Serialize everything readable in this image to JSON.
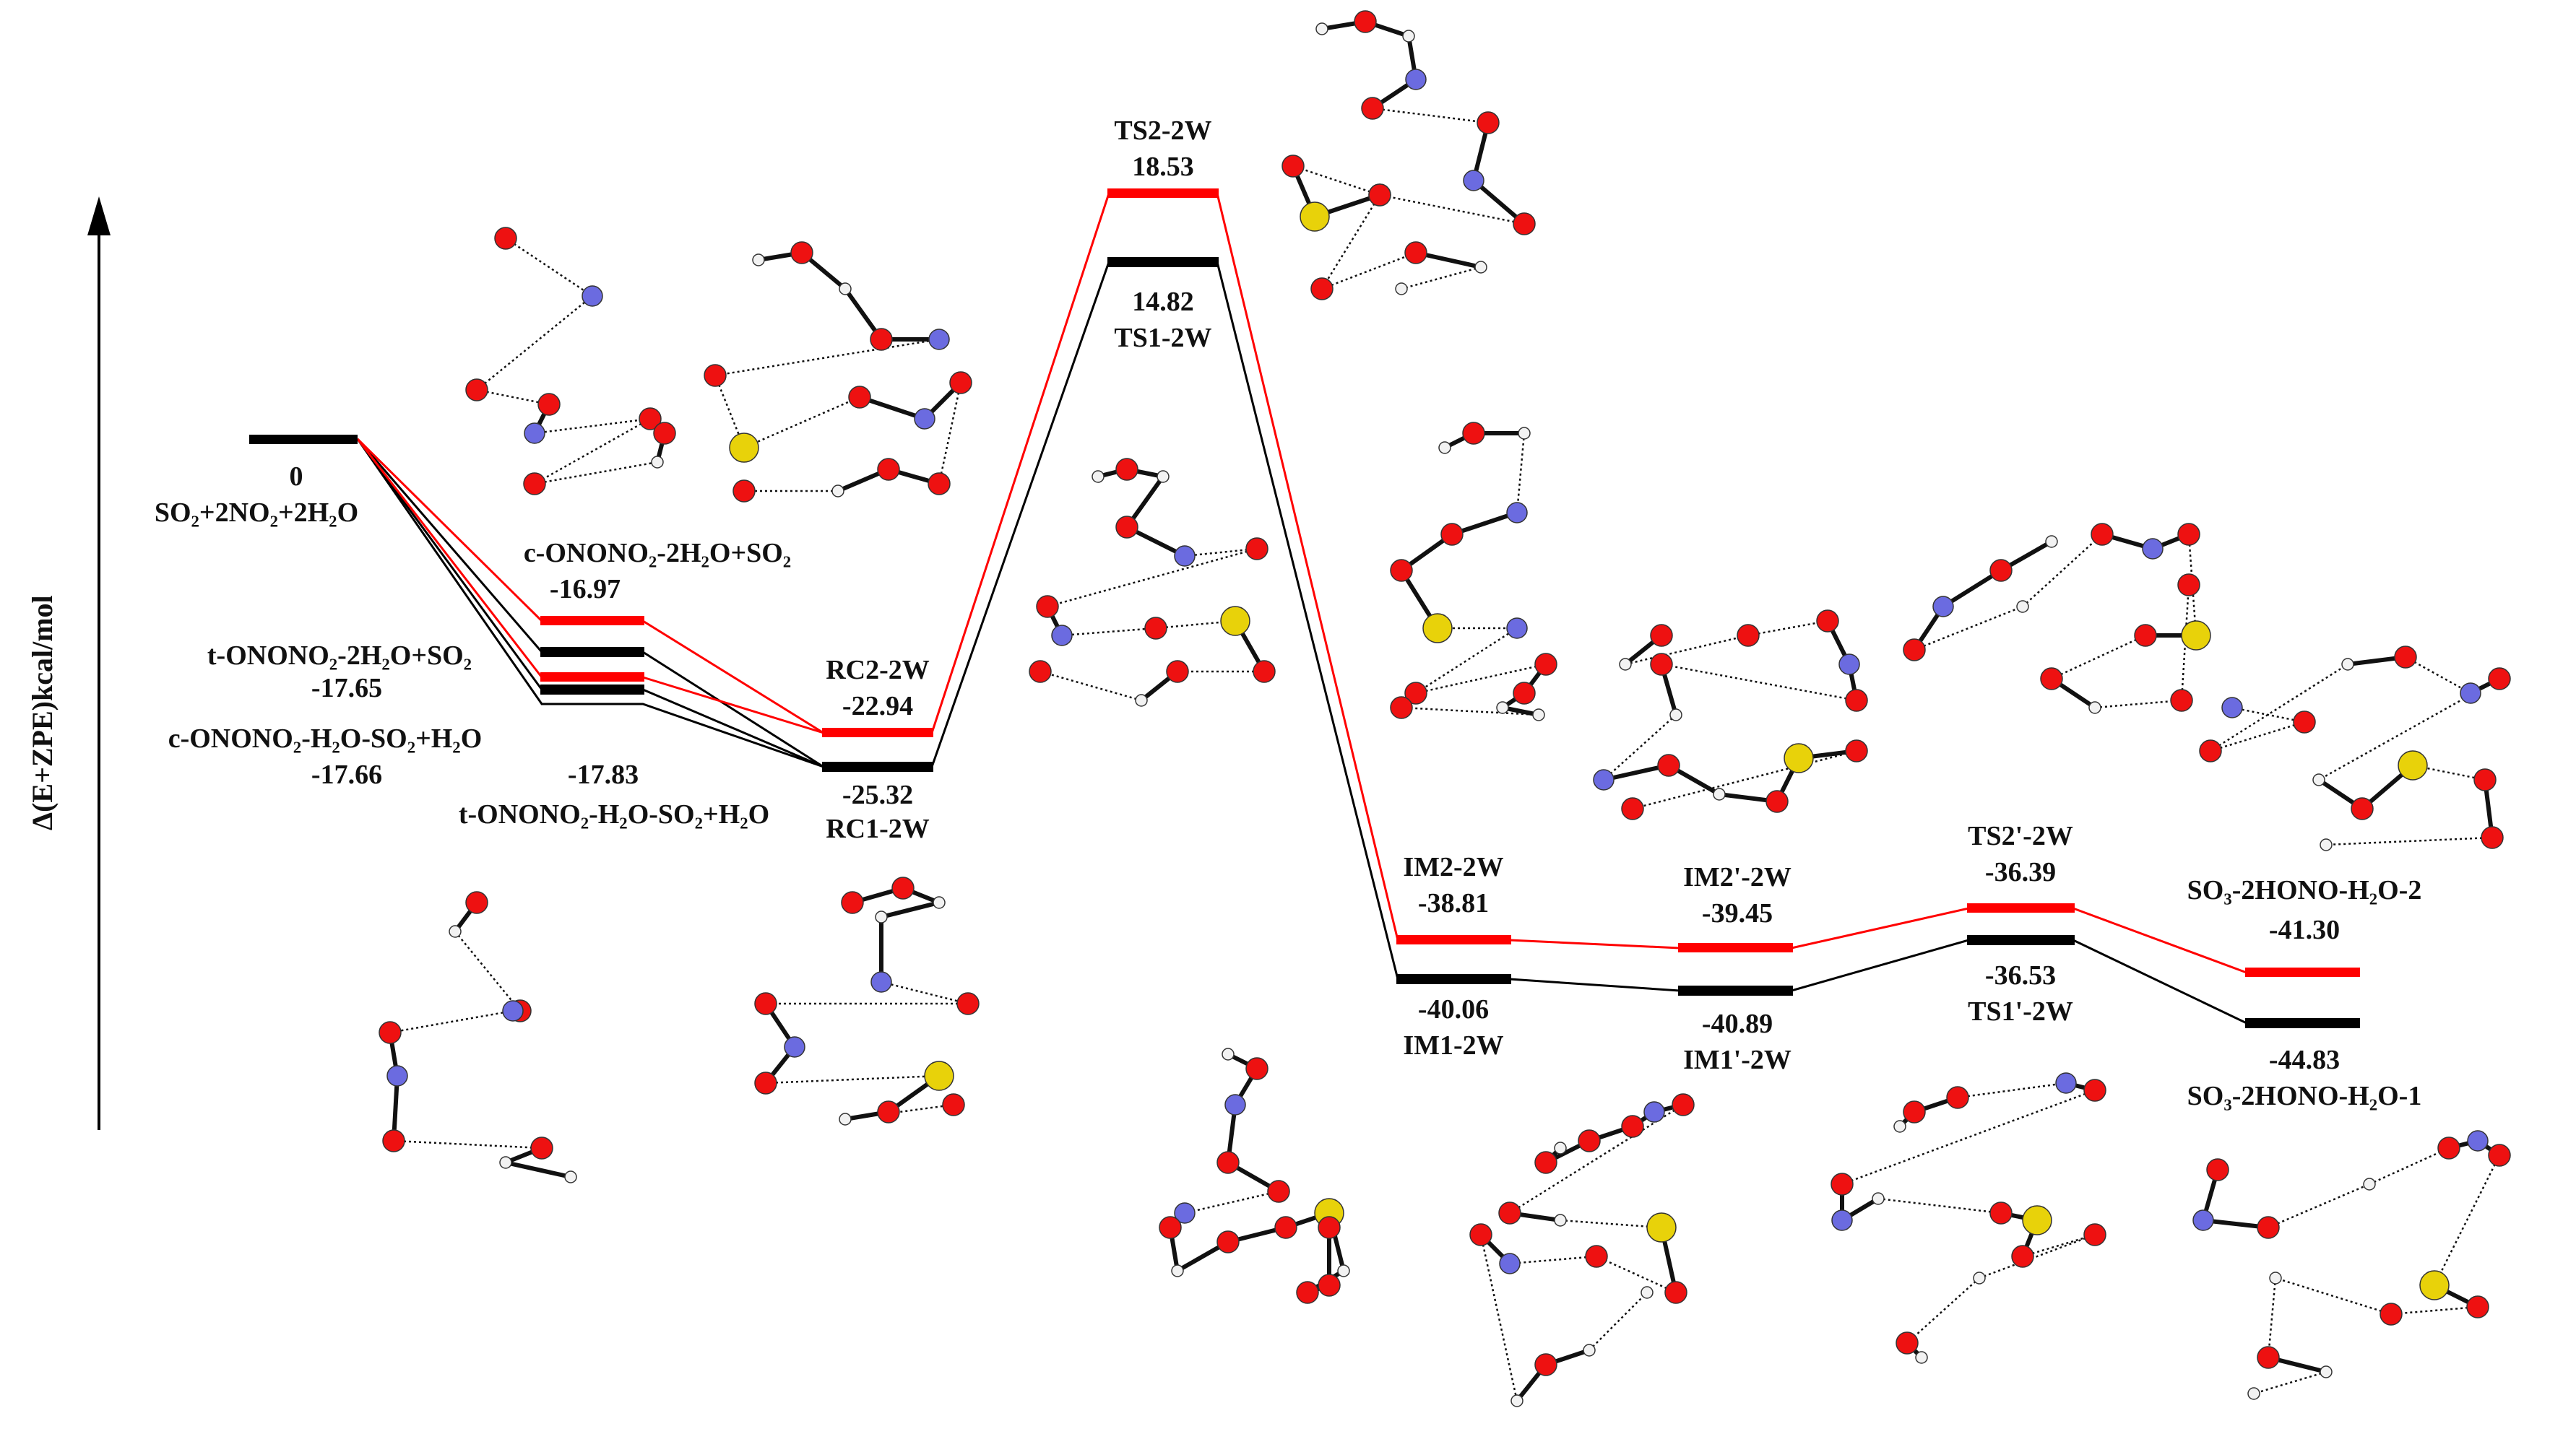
{
  "axis": {
    "ylabel": "Δ(E+ZPE)kcal/mol"
  },
  "colors": {
    "black_path": "#000000",
    "red_path": "#ff0000",
    "oxygen": "#ee1111",
    "nitrogen": "#6b6be0",
    "sulfur": "#e8d20a",
    "hydrogen": "#f2f2f2",
    "bond": "#111111"
  },
  "levels": [
    {
      "id": "reactant",
      "energy": "0",
      "name": "SO₂+2NO₂+2H₂O",
      "color": "black"
    },
    {
      "id": "c-ononono2-2h2o",
      "energy": "-16.97",
      "name": "c-ONONO₂-2H₂O+SO₂",
      "color": "red"
    },
    {
      "id": "t-ononono2-2h2o",
      "energy": "-17.65",
      "name": "t-ONONO₂-2H₂O+SO₂",
      "color": "black"
    },
    {
      "id": "c-ononono2-h2o-so2",
      "energy": "-17.66",
      "name": "c-ONONO₂-H₂O-SO₂+H₂O",
      "color": "red"
    },
    {
      "id": "t-ononono2-h2o-so2",
      "energy": "-17.83",
      "name": "t-ONONO₂-H₂O-SO₂+H₂O",
      "color": "black"
    },
    {
      "id": "rc2",
      "energy": "-22.94",
      "name": "RC2-2W",
      "color": "red"
    },
    {
      "id": "rc1",
      "energy": "-25.32",
      "name": "RC1-2W",
      "color": "black"
    },
    {
      "id": "ts2",
      "energy": "18.53",
      "name": "TS2-2W",
      "color": "red"
    },
    {
      "id": "ts1",
      "energy": "14.82",
      "name": "TS1-2W",
      "color": "black"
    },
    {
      "id": "im2",
      "energy": "-38.81",
      "name": "IM2-2W",
      "color": "red"
    },
    {
      "id": "im1",
      "energy": "-40.06",
      "name": "IM1-2W",
      "color": "black"
    },
    {
      "id": "im2p",
      "energy": "-39.45",
      "name": "IM2'-2W",
      "color": "red"
    },
    {
      "id": "im1p",
      "energy": "-40.89",
      "name": "IM1'-2W",
      "color": "black"
    },
    {
      "id": "ts2p",
      "energy": "-36.39",
      "name": "TS2'-2W",
      "color": "red"
    },
    {
      "id": "ts1p",
      "energy": "-36.53",
      "name": "TS1'-2W",
      "color": "black"
    },
    {
      "id": "p2",
      "energy": "-41.30",
      "name": "SO₃-2HONO-H₂O-2",
      "color": "red"
    },
    {
      "id": "p1",
      "energy": "-44.83",
      "name": "SO₃-2HONO-H₂O-1",
      "color": "black"
    }
  ]
}
